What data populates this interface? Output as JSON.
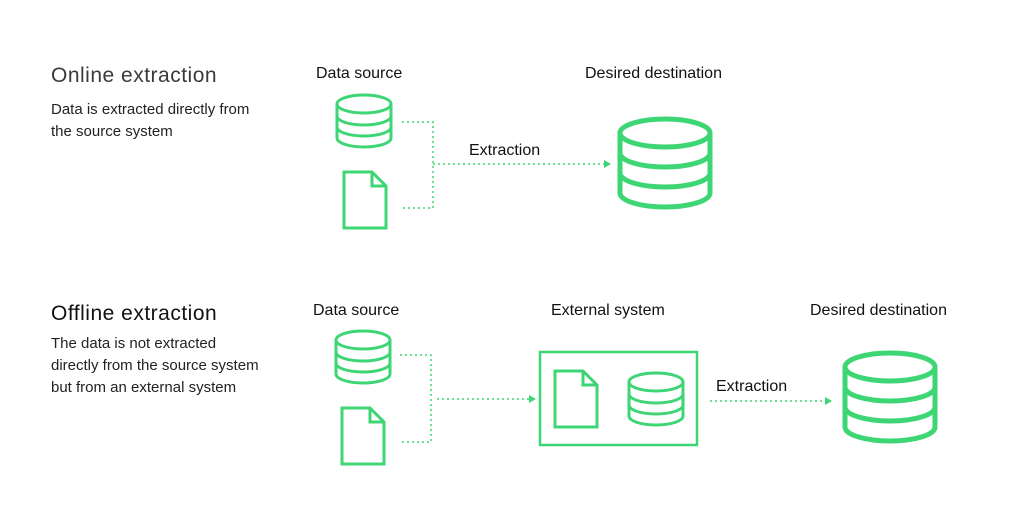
{
  "online": {
    "title": "Online extraction",
    "description": "Data is extracted directly from the source system",
    "source_label": "Data source",
    "destination_label": "Desired destination",
    "arrow_label": "Extraction"
  },
  "offline": {
    "title": "Offline extraction",
    "description": "The data is not extracted directly from the source system but from an external system",
    "source_label": "Data source",
    "external_label": "External system",
    "destination_label": "Desired destination",
    "arrow_label": "Extraction"
  },
  "icons": {
    "database": "database-icon",
    "document": "document-icon"
  },
  "colors": {
    "accent": "#3ed674",
    "text": "#111111"
  }
}
